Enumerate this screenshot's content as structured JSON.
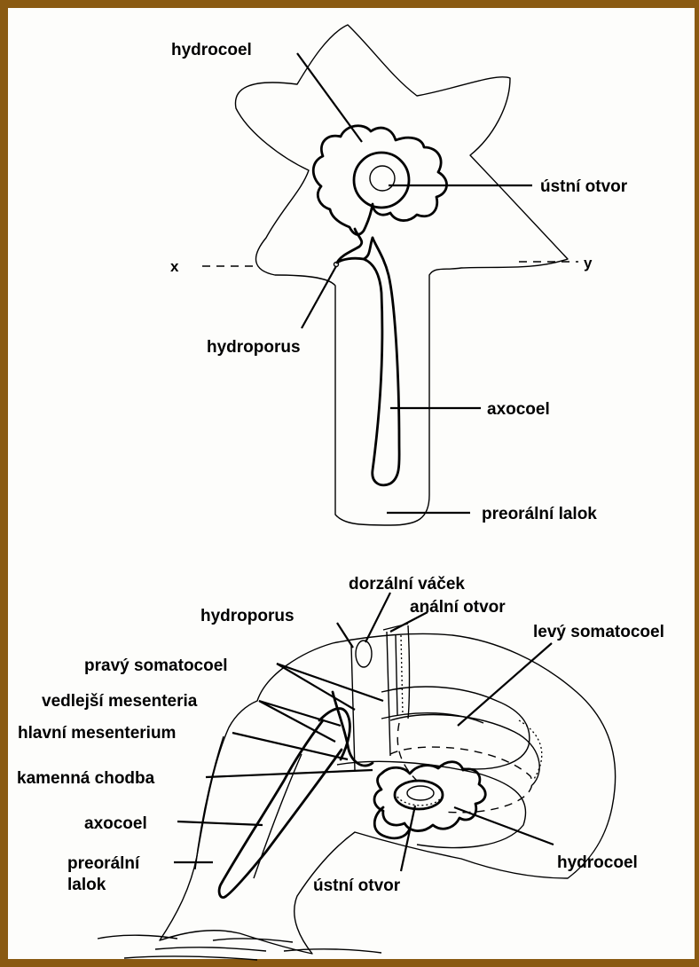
{
  "top_view": {
    "labels": {
      "hydrocoel": "hydrocoel",
      "mouth": "ústní otvor",
      "x_axis": "x",
      "y_axis": "y",
      "hydroporus": "hydroporus",
      "axocoel": "axocoel",
      "preoral_lobe": "preorální lalok"
    }
  },
  "side_view": {
    "labels": {
      "dorsal_sac": "dorzální váček",
      "hydroporus": "hydroporus",
      "anus": "anální otvor",
      "left_somatocoel": "levý somatocoel",
      "right_somatocoel": "pravý somatocoel",
      "secondary_mesenteries": "vedlejší mesenteria",
      "main_mesentery": "hlavní mesenterium",
      "stone_canal": "kamenná chodba",
      "axocoel": "axocoel",
      "preoral_lobe_1": "preorální",
      "preoral_lobe_2": "lalok",
      "hydrocoel": "hydrocoel",
      "mouth": "ústní otvor"
    }
  }
}
